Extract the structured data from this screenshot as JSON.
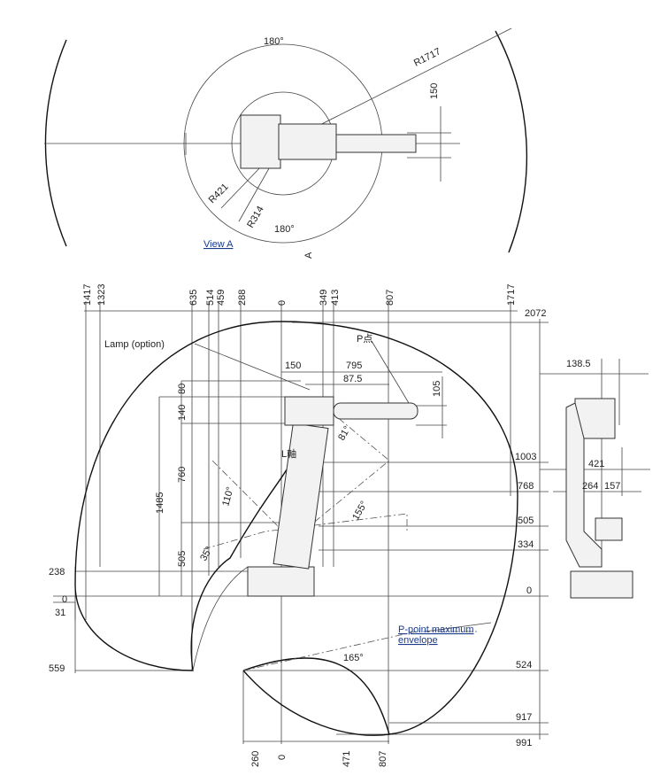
{
  "top_view": {
    "angle_top": "180°",
    "angle_bottom": "180°",
    "radius_max": "R1717",
    "radius_421": "R421",
    "radius_314": "R314",
    "offset_150": "150",
    "caption": "View A",
    "arrow_label": "A"
  },
  "side_view": {
    "top_dims": [
      "1417",
      "1323",
      "635",
      "514",
      "459",
      "288",
      "0",
      "349",
      "413",
      "807",
      "1717"
    ],
    "height_2072": "2072",
    "right_dims": [
      "1003",
      "768",
      "505",
      "334",
      "0",
      "524",
      "917",
      "991"
    ],
    "left_dims": [
      "238",
      "0",
      "31",
      "559"
    ],
    "vertical_dims": [
      "1485",
      "760",
      "140",
      "80",
      "505"
    ],
    "arm_dims": [
      "150",
      "795",
      "87.5",
      "105"
    ],
    "lamp_label": "Lamp (option)",
    "p_point_label": "P点",
    "l_axis_label": "L軸",
    "angles": [
      "81°",
      "110°",
      "155°",
      "165°",
      "35°"
    ],
    "envelope_label_1": "P-point maximum",
    "envelope_label_2": "envelope",
    "bottom_dims": [
      "260",
      "0",
      "471",
      "807"
    ]
  },
  "end_view": {
    "dims": [
      "138.5",
      "421",
      "264",
      "157"
    ]
  }
}
